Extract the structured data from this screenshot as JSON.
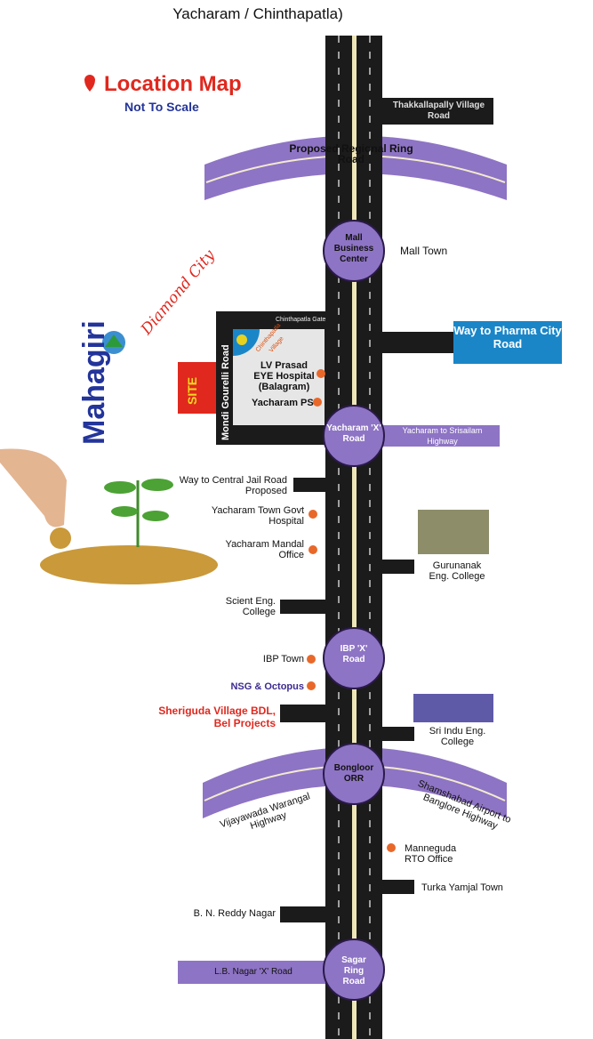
{
  "header": {
    "title": "Yacharam / Chinthapatla)"
  },
  "legend": {
    "title": "Location Map",
    "subtitle": "Not To Scale"
  },
  "brand": {
    "name": "Mahagiri",
    "tagline": "Diamond City",
    "site": "SITE"
  },
  "roads": {
    "thakkallapally": "Thakkallapally Village Road",
    "regional_ring": "Proposed Regional Ring Road",
    "pharma": "Way to Pharma City Road",
    "srisailam": "Yacharam to Srisailam Highway",
    "central_jail": "Way to Central Jail Road Proposed",
    "vijayawada": "Vijayawada Warangal Highway",
    "shamshabad": "Shamshabad Airport to Banglore Highway",
    "lb_nagar": "L.B. Nagar 'X' Road",
    "mondi": "Mondi Gourelli Road",
    "chinthapatla_gate": "Chinthapatla Gate",
    "chinthapatla_village": "Chinthapatla Village"
  },
  "junctions": [
    "Mall Business Center",
    "Yacharam 'X' Road",
    "IBP 'X' Road",
    "Bongloor ORR",
    "Sagar Ring Road"
  ],
  "landmarks": {
    "mall_town": "Mall Town",
    "lv_prasad": "LV Prasad EYE Hospital (Balagram)",
    "yacharam_ps": "Yacharam PS",
    "govt_hospital": "Yacharam Town Govt Hospital",
    "mandal": "Yacharam Mandal Office",
    "gurunanak": "Gurunanak Eng. College",
    "scient": "Scient Eng. College",
    "ibp_town": "IBP Town",
    "nsg": "NSG & Octopus",
    "sheriguda": "Sheriguda Village BDL, Bel Projects",
    "sri_indu": "Sri Indu Eng. College",
    "manneguda": "Manneguda RTO Office",
    "turka": "Turka Yamjal Town",
    "bn_reddy": "B. N. Reddy Nagar"
  },
  "colors": {
    "road": "#1b1b1b",
    "purple": "#8e74c4",
    "accent": "#e0281e",
    "dot": "#e8682a",
    "blue": "#1a86c8"
  }
}
